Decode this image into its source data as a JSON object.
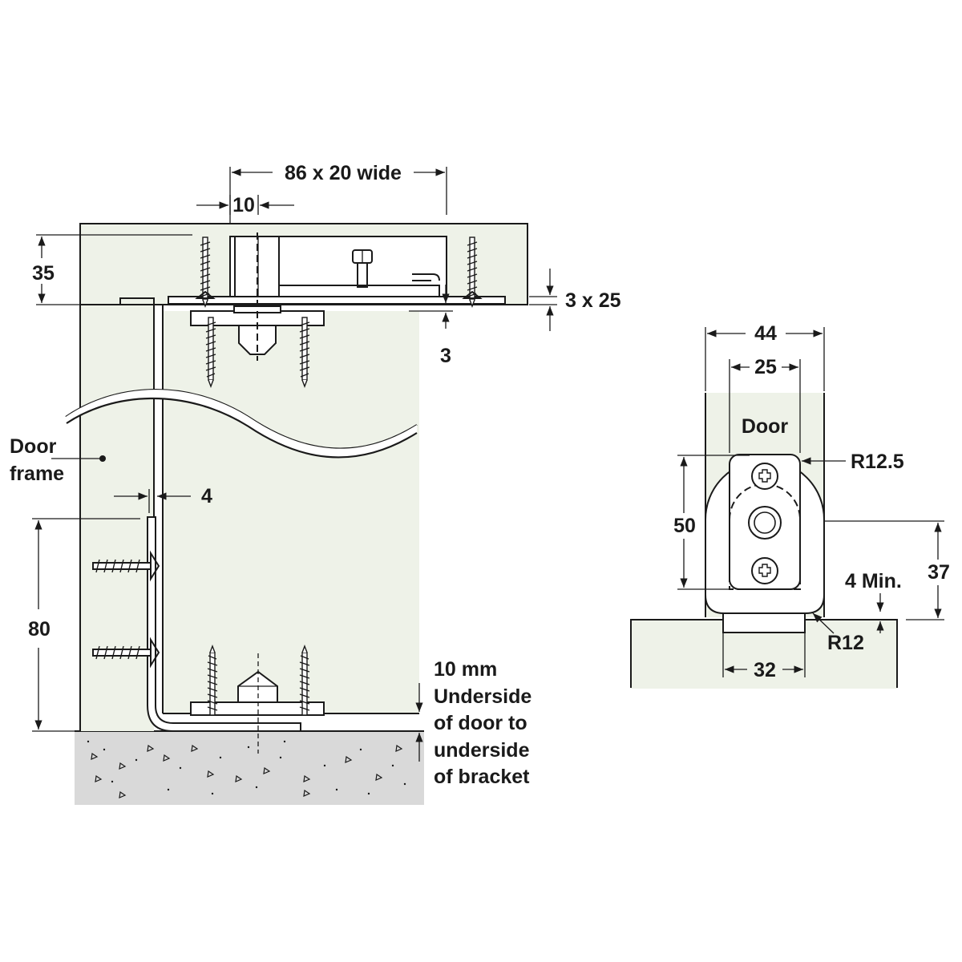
{
  "left_view": {
    "dim_top_width": "86 x 20 wide",
    "dim_pivot_offset": "10",
    "dim_recess_depth": "35",
    "dim_plate": "3 x 25",
    "dim_gap_top": "3",
    "label_frame_line1": "Door",
    "label_frame_line2": "frame",
    "dim_bracket_gap": "4",
    "dim_bracket_height": "80",
    "note_line1": "10 mm",
    "note_line2": "Underside",
    "note_line3": "of door to",
    "note_line4": "underside",
    "note_line5": "of bracket"
  },
  "right_view": {
    "dim_door_width": "44",
    "dim_inner_width": "25",
    "label_door": "Door",
    "dim_radius_top": "R12.5",
    "dim_slot_length": "50",
    "dim_height": "37",
    "dim_min_gap": "4 Min.",
    "dim_radius_bottom": "R12",
    "dim_bottom_width": "32"
  },
  "colors": {
    "panel_fill": "#eef2e8",
    "floor_fill": "#d9d9d9",
    "line": "#1a1a1a"
  }
}
